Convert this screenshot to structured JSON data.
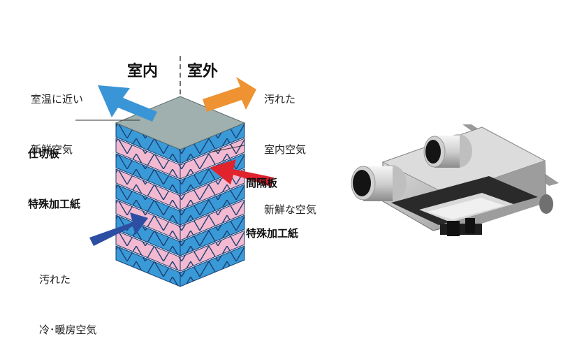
{
  "headers": {
    "indoor": "室内",
    "outdoor": "室外"
  },
  "labels": {
    "fresh_near_room_temp": [
      "室温に近い",
      "新鮮空気"
    ],
    "dirty_indoor_air": [
      "汚れた",
      "室内空気"
    ],
    "partition_plate": [
      "仕切板",
      "特殊加工紙"
    ],
    "spacer_plate": [
      "間隔板",
      "特殊加工紙"
    ],
    "fresh_air": "新鮮な空気",
    "dirty_cool_warm_air": [
      "汚れた",
      "冷･暖房空気"
    ]
  },
  "colors": {
    "blue_arrow": "#3a95d6",
    "orange_arrow": "#ee9232",
    "red_arrow": "#e0232d",
    "navy_arrow": "#2c4fa3",
    "blue_layer": "#3a9ad8",
    "pink_layer": "#f2b9d0",
    "top_plate": "#9fb0ae"
  },
  "product_image": {
    "name": "heat-exchanger-unit"
  }
}
